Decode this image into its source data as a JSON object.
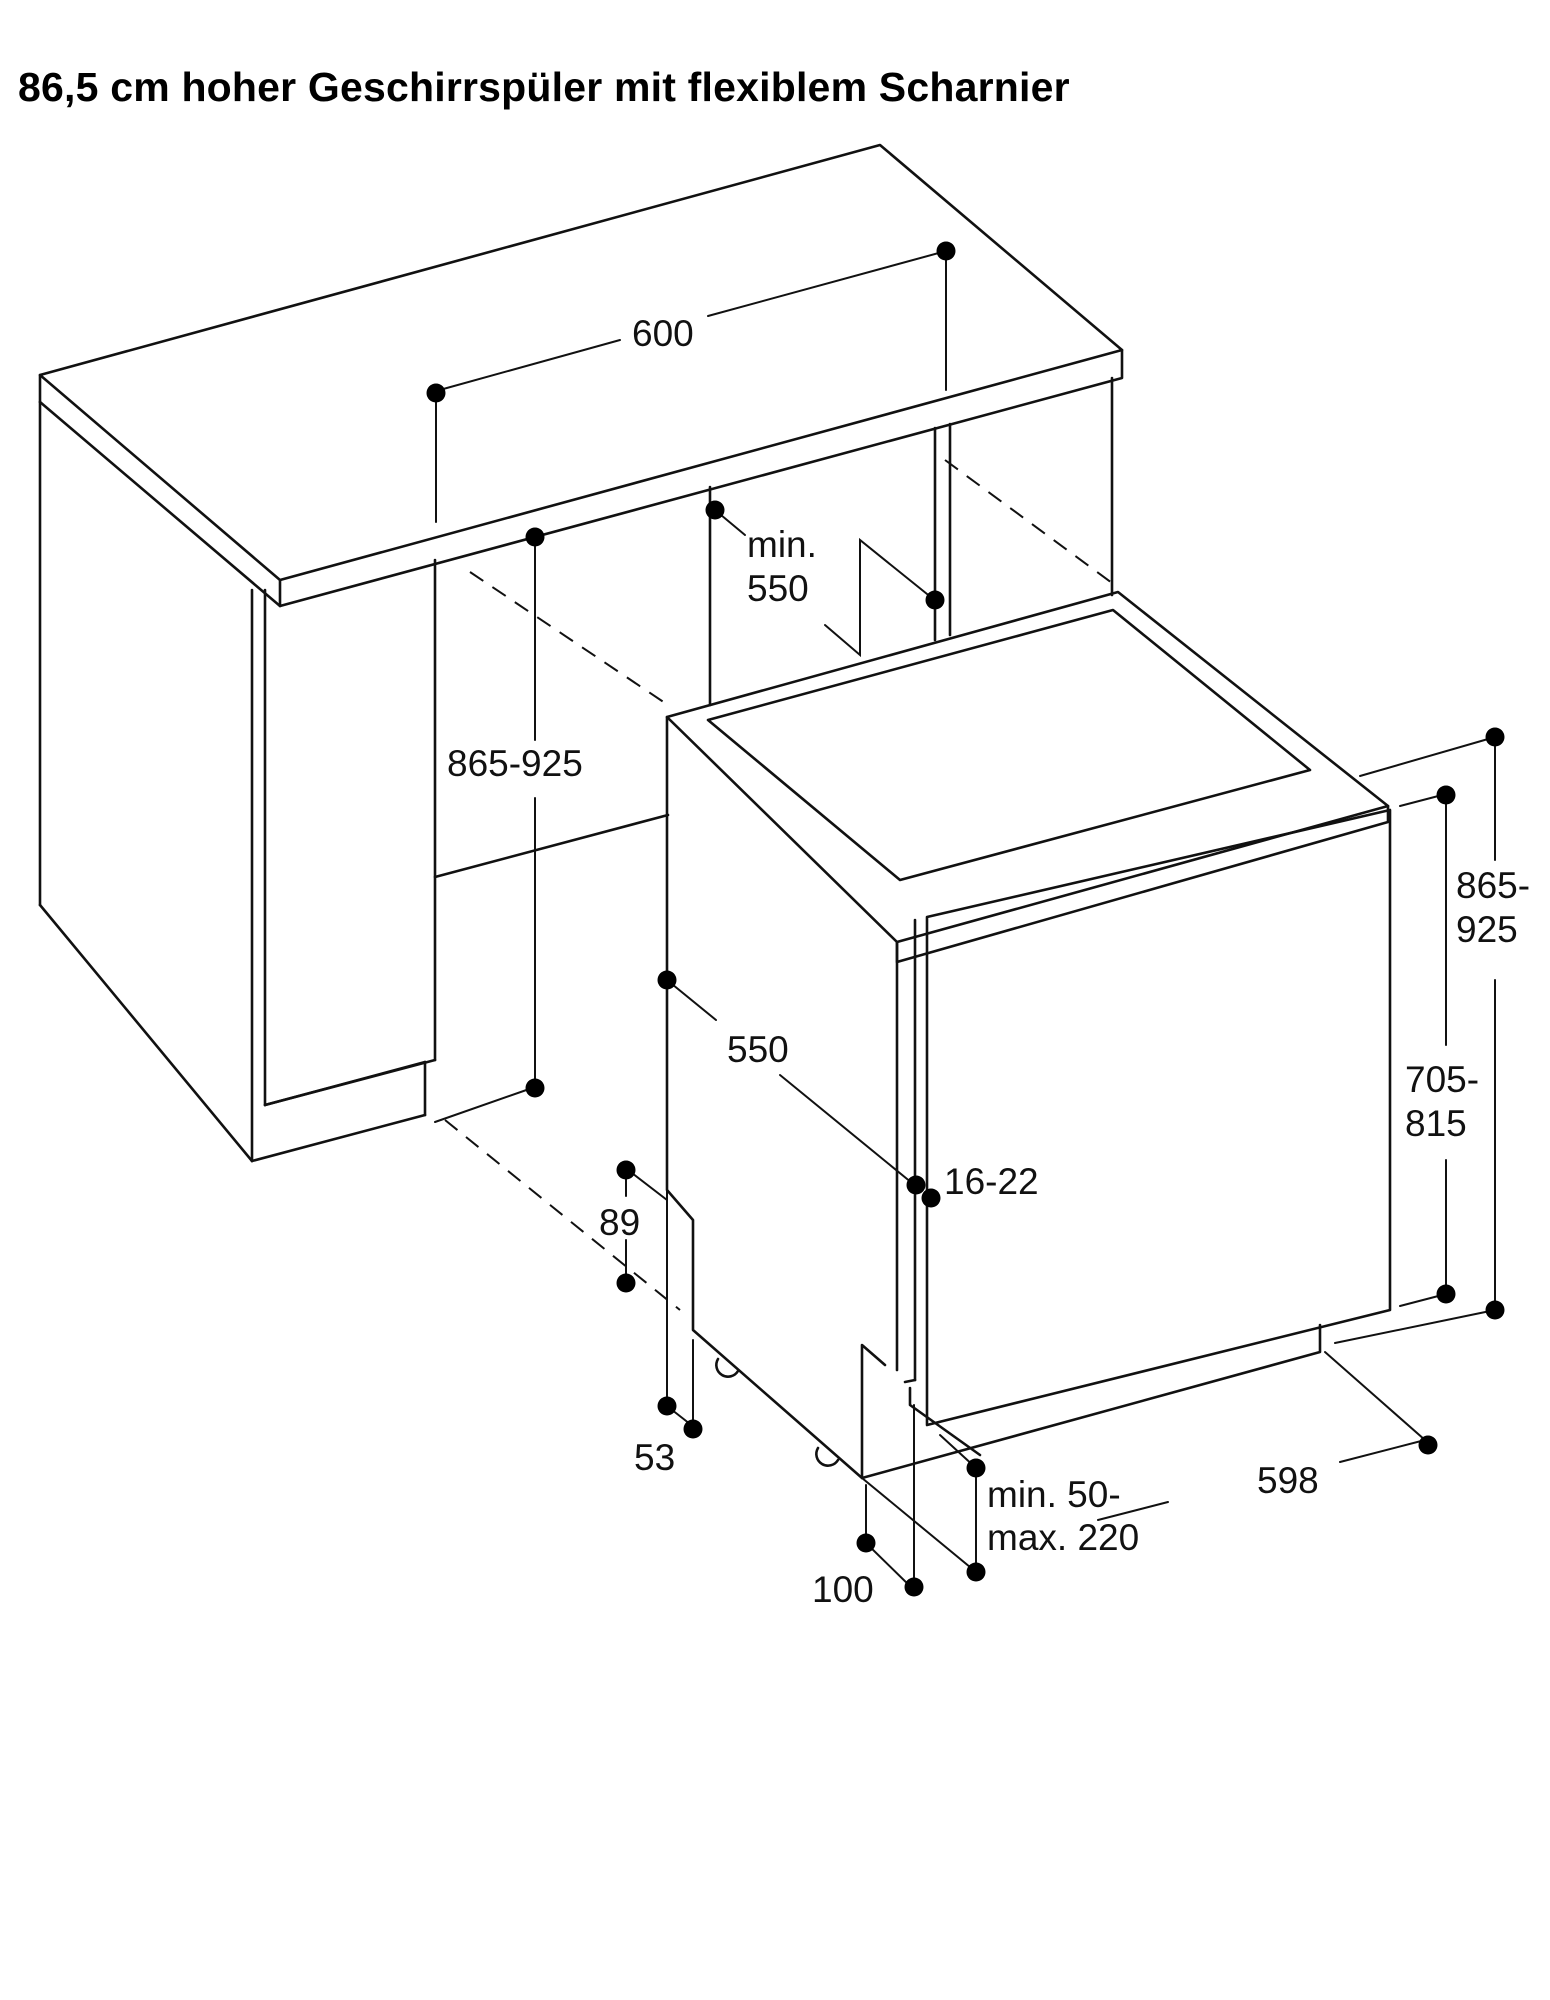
{
  "title": "86,5 cm hoher Geschirrspüler mit flexiblem Scharnier",
  "labels": {
    "width_600": "600",
    "depth_min": "min.",
    "depth_550": "550",
    "niche_height": "865-925",
    "appliance_depth": "550",
    "door_offset": "16-22",
    "plinth_height": "89",
    "plinth_depth": "53",
    "total_height_a": "865-",
    "total_height_b": "925",
    "door_height_a": "705-",
    "door_height_b": "815",
    "plinth_gap_a": "min. 50-",
    "plinth_gap_b": "max. 220",
    "appliance_width": "598",
    "foot_offset": "100"
  }
}
